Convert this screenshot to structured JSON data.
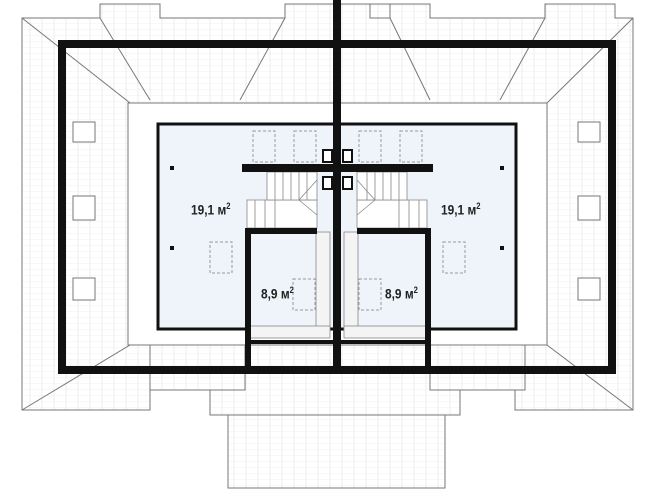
{
  "plan": {
    "rooms": [
      {
        "name": "left-attic",
        "area": "19,1 м",
        "unit_sup": "2"
      },
      {
        "name": "right-attic",
        "area": "19,1 м",
        "unit_sup": "2"
      },
      {
        "name": "left-small-room",
        "area": "8,9 м",
        "unit_sup": "2"
      },
      {
        "name": "right-small-room",
        "area": "8,9 м",
        "unit_sup": "2"
      }
    ],
    "colors": {
      "wall": "#111111",
      "room_fill": "#eef4f9",
      "line": "#888888",
      "roof": "#ffffff"
    }
  }
}
